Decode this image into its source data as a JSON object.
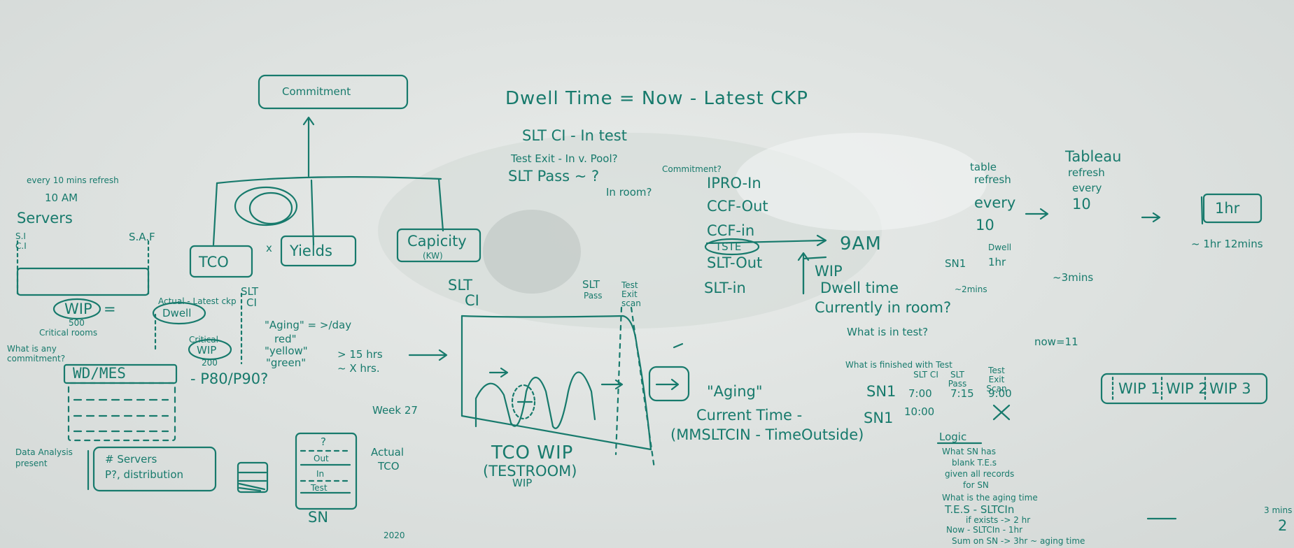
{
  "board": {
    "header": {
      "title": "Dwell Time = Now - Latest CKP"
    },
    "top_left": {
      "commitment": "Commitment",
      "tco": "TCO",
      "times": "x",
      "yields": "Yields",
      "capacity": "Capicity",
      "capacity_unit": "(KW)",
      "refresh_note": "every 10 mins refresh",
      "ten_am": "10 AM",
      "servers": "Servers",
      "si": "S.I",
      "ci": "C.I",
      "saf": "S.A.F",
      "wip": "WIP",
      "wip_eq": "=",
      "wip_val": "500",
      "critical_rooms": "Critical rooms",
      "what_is_any_commitment": "What is any commitment?",
      "wd_mes": "WD/MES",
      "p80_p90": "- P80/P90?",
      "actual_latest_ckp": "Actual - Latest ckp",
      "dwell": "Dwell",
      "slt": "SLT",
      "ci_small": "CI",
      "critical_wip_label": "Critical",
      "wip_circle": "WIP",
      "wip_200": "200",
      "aging_def": "\"Aging\" = >/day",
      "red": "red\"",
      "yellow": "\"yellow\"",
      "green": "\"green\"",
      "gt15": "> 15 hrs",
      "x_hrs": "~ X hrs.",
      "week_27": "Week 27",
      "actual": "Actual",
      "tco_small": "TCO",
      "year": "2020",
      "data_analysis": "Data Analysis present",
      "box_text_1": "# Servers",
      "box_text_2": "P?, distribution",
      "sn_box_q": "?",
      "sn_box_out": "Out",
      "sn_box_in": "In",
      "sn_box_test": "Test",
      "sn": "SN"
    },
    "center": {
      "slt_ci_1": "SLT",
      "slt_ci_2": "CI",
      "slt_pass_1": "SLT",
      "slt_pass_2": "Pass",
      "test_exit": "Test Exit scan",
      "tco_wip": "TCO WIP",
      "testroom": "(TESTROOM)",
      "wip_small": "WIP",
      "aging_q": "\"Aging\"",
      "current_time": "Current Time -",
      "formula": "(MMSLTCIN - TimeOutside)",
      "slt_ci_def": "SLT CI  -  In test",
      "test_exit_def": "Test Exit - In v. Pool?",
      "commitment_q": "Commitment?",
      "slt_pass_def": "SLT Pass ~  ?",
      "in_room": "In room?",
      "ipro_in": "IPRO-In",
      "ccf_out": "CCF-Out",
      "ccf_in": "CCF-in",
      "tste": "TSTE",
      "slt_out": "SLT-Out",
      "slt_in": "SLT-in",
      "nine_am": "9AM",
      "wip_big": "WIP",
      "dwell_time": "Dwell time",
      "currently_in_room": "Currently in room?",
      "what_in_test": "What is in test?",
      "what_finished": "What is finished with Test",
      "col1": "SLT CI",
      "col2": "SLT Pass",
      "col3": "Test Exit Scan",
      "row1": [
        "SN1",
        "7:00",
        "7:15",
        "9:00"
      ],
      "row2": [
        "SN1",
        "10:00",
        "",
        "X"
      ]
    },
    "logic": {
      "heading": "Logic",
      "l1": "What SN has",
      "l2": "blank T.E.s",
      "l3": "given all records",
      "l4": "for SN",
      "l5": "What is the aging time",
      "l6": "T.E.S - SLTCIn",
      "l7": "if exists -> 2 hr",
      "l8": "Now - SLTCIn - 1hr",
      "l9": "Sum on SN -> 3hr ~ aging time",
      "two": "2",
      "three_mins": "3 mins"
    },
    "right": {
      "table_refresh_1": "table",
      "table_refresh_2": "refresh",
      "every": "every",
      "ten": "10",
      "tableau_1": "Tableau",
      "tableau_2": "refresh",
      "tableau_every": "every",
      "tableau_ten": "10",
      "one_hr": "1hr",
      "dwell": "Dwell",
      "sn1": "SN1",
      "sn_1hr": "1hr",
      "two_mins": "~2mins",
      "three_mins": "~3mins",
      "one_hr_12": "~ 1hr  12mins",
      "now_11": "now=11",
      "wip1": "WIP 1",
      "wip2": "WIP 2",
      "wip3": "WIP 3"
    }
  },
  "colors": {
    "ink": "#177a6c",
    "board": "#e4e8e6"
  }
}
